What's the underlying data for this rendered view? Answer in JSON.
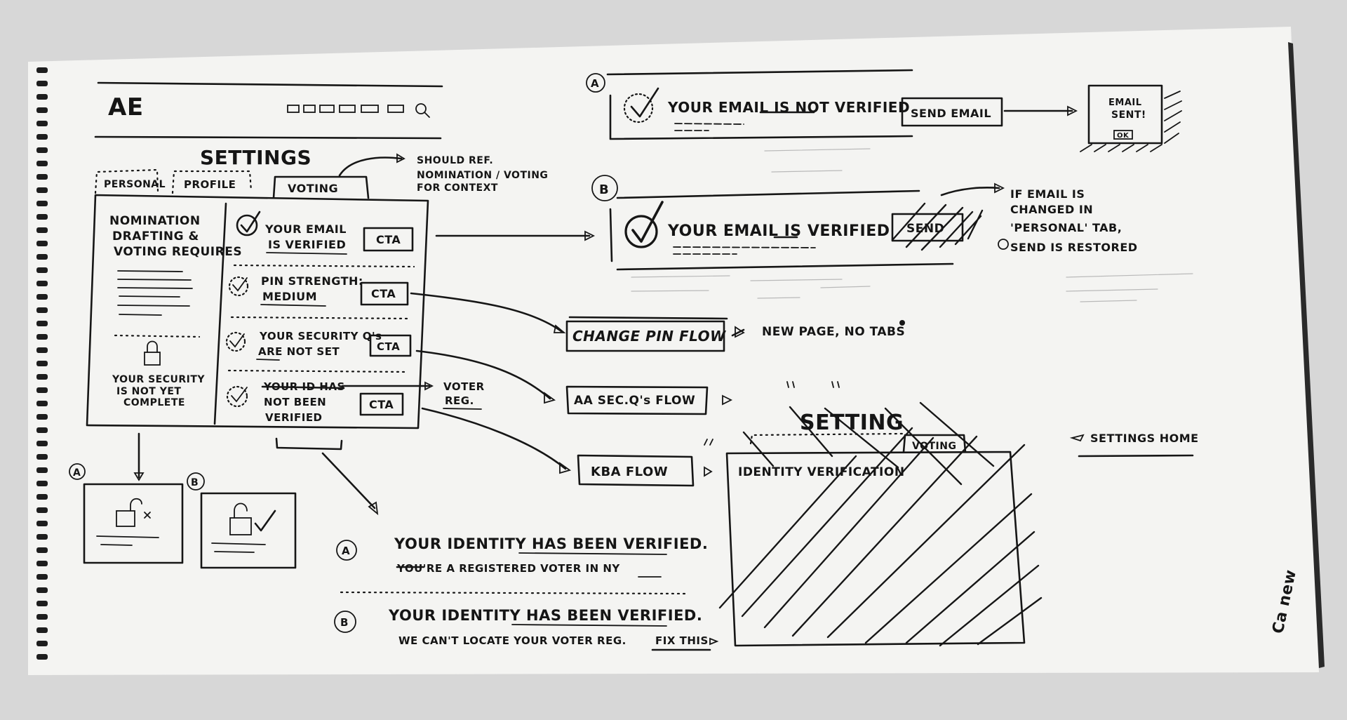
{
  "header": {
    "logo": "AE"
  },
  "settings": {
    "title": "SETTINGS",
    "tabs": [
      {
        "label": "PERSONAL"
      },
      {
        "label": "PROFILE"
      },
      {
        "label": "VOTING"
      }
    ],
    "tab_note": [
      "SHOULD REF.",
      "NOMINATION / VOTING",
      "FOR CONTEXT"
    ],
    "left_panel": {
      "heading": [
        "NOMINATION",
        "DRAFTING &",
        "VOTING REQUIRES"
      ],
      "status": [
        "YOUR SECURITY",
        "IS NOT YET",
        "COMPLETE"
      ]
    },
    "items": [
      {
        "text": [
          "YOUR EMAIL",
          "IS VERIFIED"
        ],
        "cta": "CTA"
      },
      {
        "text": [
          "PIN STRENGTH:",
          "MEDIUM"
        ],
        "cta": "CTA"
      },
      {
        "text": [
          "YOUR SECURITY Q's",
          "ARE NOT SET"
        ],
        "cta": "CTA"
      },
      {
        "text": [
          "YOUR ID HAS",
          "NOT BEEN",
          "VERIFIED"
        ],
        "cta": "CTA"
      }
    ],
    "voter_note": [
      "VOTER",
      "REG."
    ]
  },
  "state_a_label": "A",
  "state_b_label": "B",
  "email_a": {
    "text": "YOUR EMAIL IS NOT VERIFIED",
    "button": "SEND EMAIL",
    "dialog": [
      "EMAIL",
      "SENT!"
    ],
    "dialog_button": "OK"
  },
  "email_b": {
    "text": "YOUR EMAIL IS VERIFIED",
    "button": "SEND",
    "note": [
      "IF EMAIL IS",
      "CHANGED IN",
      "'PERSONAL' TAB,",
      "SEND IS RESTORED"
    ]
  },
  "flows": {
    "change_pin": "CHANGE PIN FLOW",
    "change_pin_note": "NEW PAGE, NO TABS",
    "sec_q": "AA SEC.Q's FLOW",
    "kba": "KBA FLOW"
  },
  "identity": {
    "a_line1": "YOUR IDENTITY HAS BEEN VERIFIED.",
    "a_line2": "YOU'RE A REGISTERED VOTER IN NY",
    "b_line1": "YOUR IDENTITY HAS BEEN VERIFIED.",
    "b_line2": "WE CAN'T LOCATE YOUR VOTER REG.",
    "b_link": "FIX THIS"
  },
  "settings_mini": {
    "title": "SETTING",
    "tab": "VOTING",
    "heading": "IDENTITY VERIFICATION",
    "home_note": "SETTINGS HOME"
  },
  "margin_note": "Ca new"
}
